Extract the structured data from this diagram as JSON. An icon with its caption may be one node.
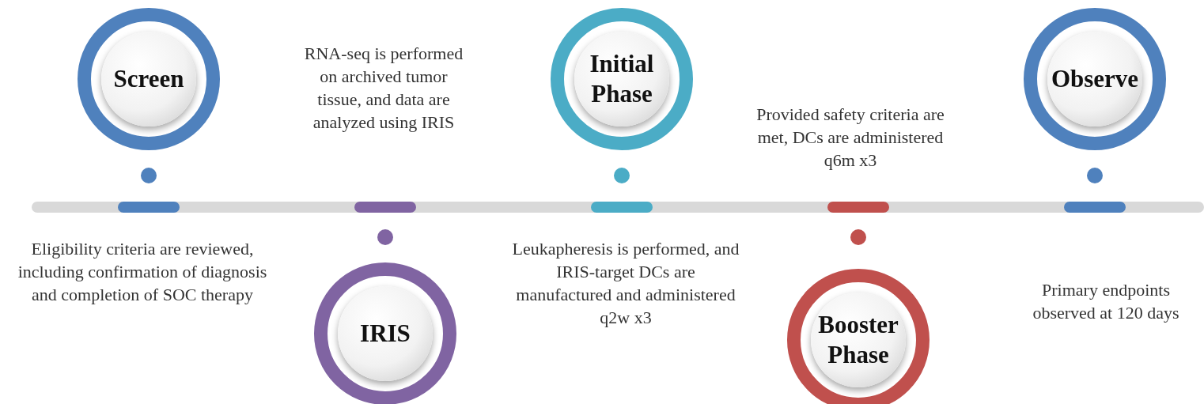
{
  "diagram": {
    "nodes": [
      {
        "text": [
          "Screen"
        ]
      },
      {
        "text": [
          "IRIS"
        ]
      },
      {
        "text": [
          "Initial Phase"
        ]
      },
      {
        "text": [
          "Booster Phase"
        ]
      },
      {
        "text": [
          "Observe"
        ]
      }
    ],
    "labels": [
      "RNA-seq is performed on archived tumor tissue, and data are analyzed using IRIS",
      "Provided safety criteria are met, DCs are administered q6m x3",
      "Eligibility criteria are reviewed, including confirmation of diagnosis and completion of SOC therapy",
      "Leukapheresis is performed, and IRIS-target DCs are manufactured and administered q2w x3",
      "Primary endpoints observed at 120 days"
    ]
  }
}
